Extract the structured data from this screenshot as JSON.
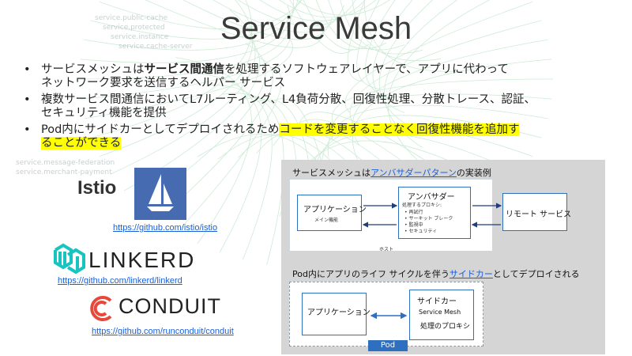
{
  "title": "Service Mesh",
  "bullets": [
    {
      "pre": "サービスメッシュは",
      "bold": "サービス間通信",
      "post": "を処理するソフトウェアレイヤーで、アプリに代わって",
      "line2": "ネットワーク要求を送信するヘルパー サービス"
    },
    {
      "line1": "複数サービス間通信においてL7ルーティング、L4負荷分散、回復性処理、分散トレース、認証、",
      "line2": "セキュリティ機能を提供"
    },
    {
      "pre": "Pod内にサイドカーとしてデプロイされるため",
      "hl1": "コードを変更することなく回復性機能を追加す",
      "hl2": "ることができる"
    }
  ],
  "background_labels": [
    "service.merchant-payment",
    "service.message-federation",
    "service.public-cache",
    "service.protected",
    "service.instance",
    "service.cache-server"
  ],
  "logos": {
    "istio": {
      "name": "Istio",
      "url": "https://github.com/istio/istio",
      "color": "#466bb0"
    },
    "linkerd": {
      "name": "LINKERD",
      "url": "https://github.com/linkerd/linkerd",
      "color": "#18c4c0"
    },
    "conduit": {
      "name": "CONDUIT",
      "url": "https://github.com/runconduit/conduit",
      "color": "#e8483b"
    }
  },
  "ambassador": {
    "heading_pre": "サービスメッシュは",
    "heading_link": "アンバサダーパターン",
    "heading_post": "の実装例",
    "app_label": "アプリケーション",
    "app_sub": "メイン機能",
    "amb_label": "アンバサダー",
    "amb_sub": "処理するプロキシ:",
    "amb_items": [
      "再試行",
      "サーキット ブレーク",
      "監視中",
      "セキュリティ"
    ],
    "remote_label": "リモート サービス",
    "host_label": "ホスト"
  },
  "sidecar": {
    "heading_pre": "Pod内にアプリのライフ サイクルを伴う",
    "heading_link": "サイドカー",
    "heading_post": "としてデプロイされる",
    "app_label": "アプリケーション",
    "side_label": "サイドカー",
    "side_sub1": "Service Mesh",
    "side_sub2": "処理のプロキシ",
    "pod_label": "Pod"
  },
  "colors": {
    "link": "#1a5fd6",
    "box_border": "#2f6fbf",
    "highlight": "#ffff00"
  }
}
